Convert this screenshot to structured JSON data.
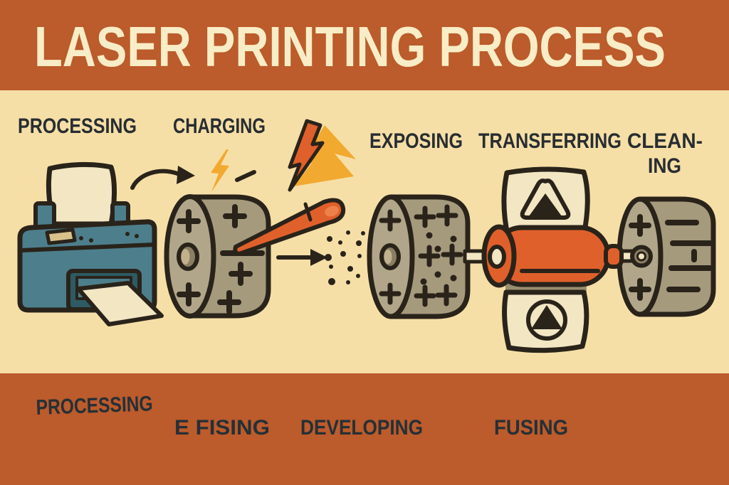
{
  "title": "LASER PRINTING PROCESS",
  "stage_labels_top": [
    {
      "label": "PROCESSING"
    },
    {
      "label": "CHARGING"
    },
    {
      "label": "EXPOSING"
    },
    {
      "label": "TRANSFERRING"
    },
    {
      "label": "CLEAN-",
      "label2": "ING"
    }
  ],
  "stage_labels_bottom": [
    {
      "label": "PROCESSING"
    },
    {
      "label": "E FISING"
    },
    {
      "label": "DEVELOPING"
    },
    {
      "label": "FUSING"
    }
  ],
  "colors": {
    "banner_orange": "#bc5b2b",
    "background_cream": "#f6dfa7",
    "title_cream": "#f8edc6",
    "label_dark": "#272d31",
    "printer_teal": "#4d7e8c",
    "printer_teal_dark": "#2e5a63",
    "screen_khaki": "#d9c18a",
    "drum_tan": "#a69a7d",
    "drum_face_tan": "#b1a689",
    "roller_orange": "#e0602b",
    "bolt_yellow": "#f2a930",
    "paper_cream": "#f2e6c3",
    "outline_dark": "#29231a",
    "olive_strip": "#9a8e70"
  },
  "illustration_parts": [
    "printer-icon",
    "paper-sheet-icon",
    "curved-arrow-icon",
    "small-lightning-bolt-icon",
    "large-lightning-bolt-icon",
    "charging-drum-icon",
    "laser-stylus-icon",
    "right-arrow-icon",
    "toner-dots-icon",
    "exposing-drum-icon",
    "transfer-roller-icon",
    "printed-page-icon",
    "cleaning-drum-icon"
  ]
}
